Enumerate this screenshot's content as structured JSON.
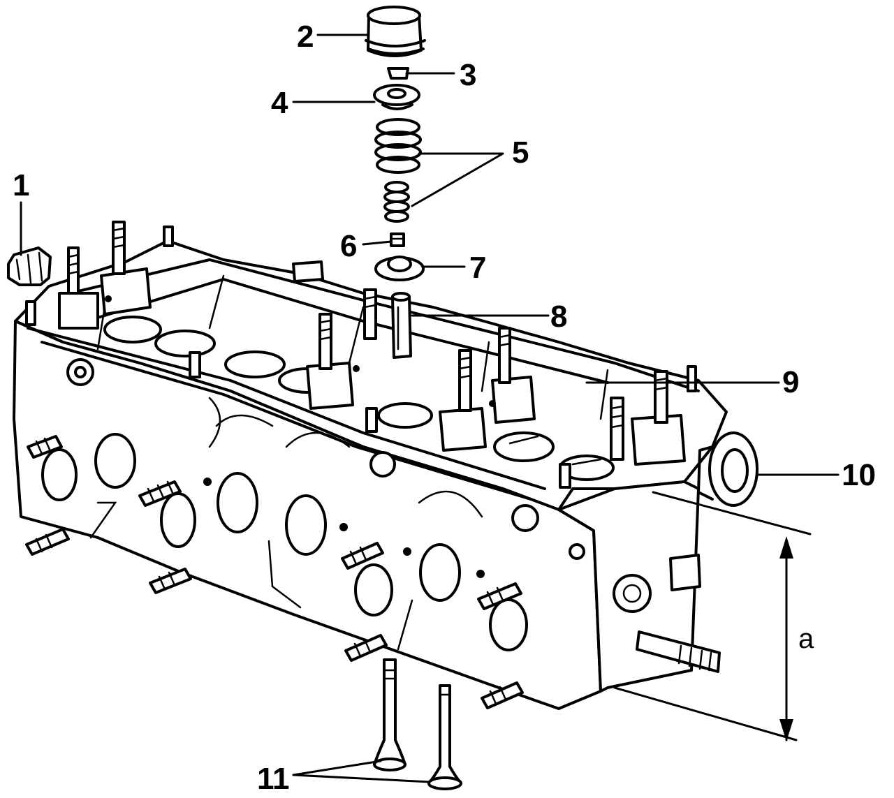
{
  "labels": {
    "part1": "1",
    "part2": "2",
    "part3": "3",
    "part4": "4",
    "part5": "5",
    "part6": "6",
    "part7": "7",
    "part8": "8",
    "part9": "9",
    "part10": "10",
    "part11": "11",
    "dimension": "a"
  }
}
